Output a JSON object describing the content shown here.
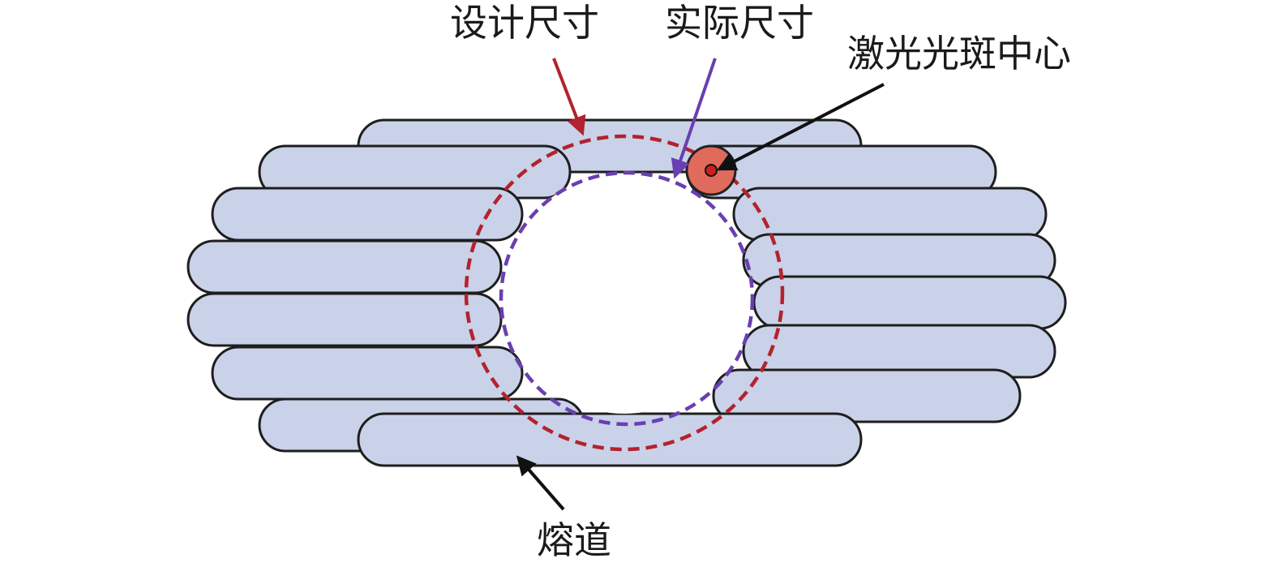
{
  "labels": {
    "design_size": "设计尺寸",
    "actual_size": "实际尺寸",
    "spot_center": "激光光斑中心",
    "melt_track": "熔道"
  },
  "colors": {
    "bead_fill": "#c9d2e8",
    "bead_stroke": "#1e1e1e",
    "design_circle": "#b3222e",
    "actual_circle": "#6a3fb0",
    "spot_fill": "#e06a5c",
    "spot_center": "#cc1f1f",
    "arrow_design": "#b3222e",
    "arrow_actual": "#6a3fb0",
    "arrow_black": "#111111"
  }
}
